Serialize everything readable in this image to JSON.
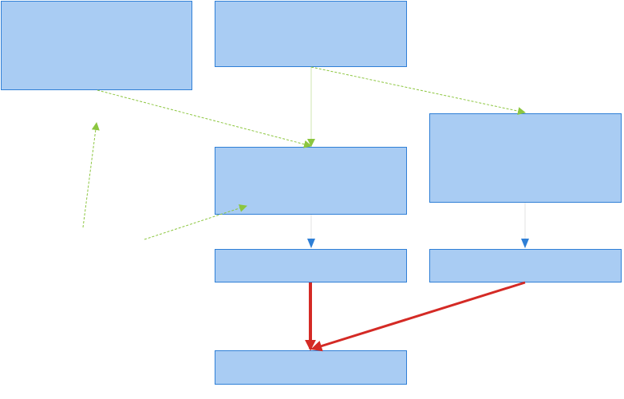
{
  "diagram": {
    "nodes": [
      {
        "id": "a",
        "label": ""
      },
      {
        "id": "b",
        "label": ""
      },
      {
        "id": "c",
        "label": ""
      },
      {
        "id": "d",
        "label": ""
      },
      {
        "id": "e",
        "label": ""
      },
      {
        "id": "f",
        "label": ""
      },
      {
        "id": "g",
        "label": ""
      }
    ],
    "edges": [
      {
        "from": "a",
        "to": "d",
        "style": "dashed",
        "color": "#8cc63f"
      },
      {
        "from": "b",
        "to": "d",
        "style": "solid-faint",
        "color": "#8cc63f"
      },
      {
        "from": "b",
        "to": "c",
        "style": "dashed",
        "color": "#8cc63f"
      },
      {
        "from": "free-1",
        "to": "a",
        "style": "dashed",
        "color": "#8cc63f"
      },
      {
        "from": "free-2",
        "to": "d",
        "style": "dashed",
        "color": "#8cc63f"
      },
      {
        "from": "d",
        "to": "e",
        "style": "solid",
        "color": "#2f7fd6"
      },
      {
        "from": "c",
        "to": "f",
        "style": "solid",
        "color": "#2f7fd6"
      },
      {
        "from": "e",
        "to": "g",
        "style": "bold",
        "color": "#d42a25"
      },
      {
        "from": "f",
        "to": "g",
        "style": "bold",
        "color": "#d42a25"
      }
    ]
  },
  "colors": {
    "node_fill": "#a9ccf3",
    "node_border": "#2f7fd6",
    "edge_green": "#8cc63f",
    "edge_blue": "#2f7fd6",
    "edge_red": "#d42a25"
  }
}
